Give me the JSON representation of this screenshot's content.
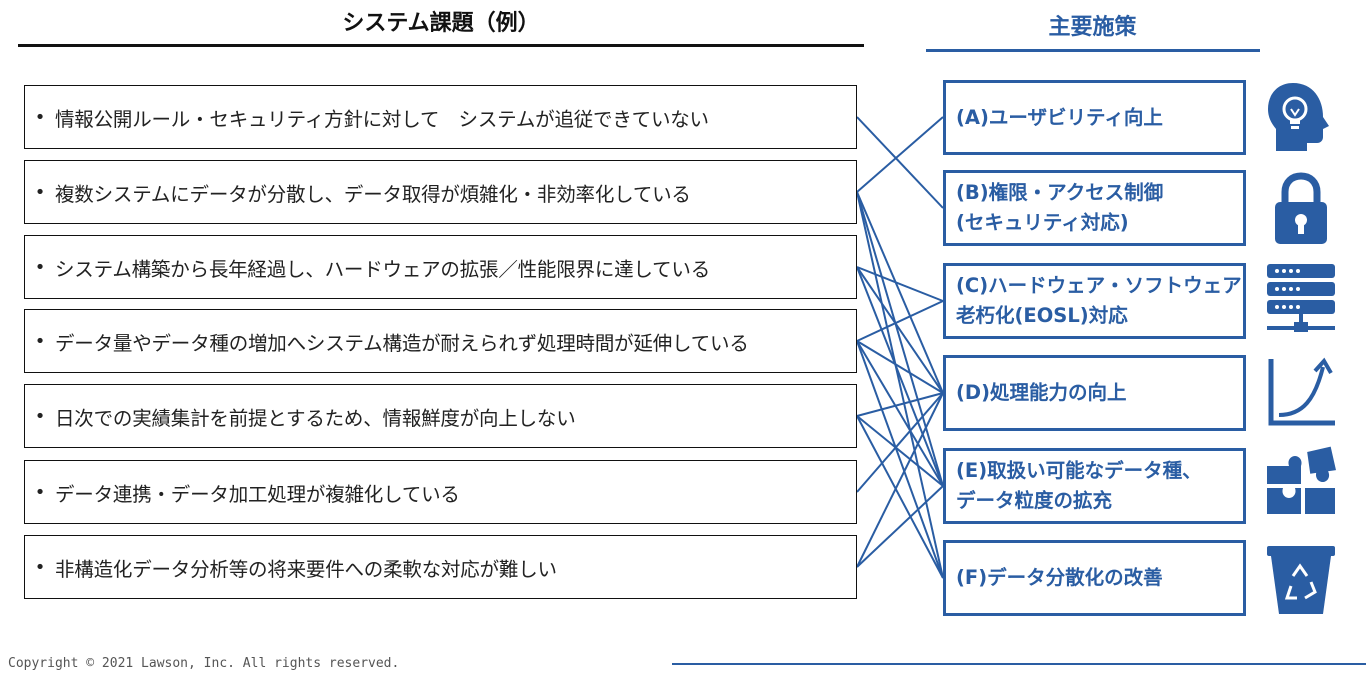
{
  "header": {
    "left_title": "システム課題（例）",
    "right_title": "主要施策"
  },
  "issues": [
    {
      "bullet": "•",
      "text": "情報公開ルール・セキュリティ方針に対して　システムが追従できていない"
    },
    {
      "bullet": "•",
      "text": "複数システムにデータが分散し、データ取得が煩雑化・非効率化している"
    },
    {
      "bullet": "•",
      "text": "システム構築から長年経過し、ハードウェアの拡張／性能限界に達している"
    },
    {
      "bullet": "•",
      "text": "データ量やデータ種の増加へシステム構造が耐えられず処理時間が延伸している"
    },
    {
      "bullet": "•",
      "text": "日次での実績集計を前提とするため、情報鮮度が向上しない"
    },
    {
      "bullet": "•",
      "text": "データ連携・データ加工処理が複雑化している"
    },
    {
      "bullet": "•",
      "text": "非構造化データ分析等の将来要件への柔軟な対応が難しい"
    }
  ],
  "measures": [
    {
      "id": "A",
      "text": "(A)ユーザビリティ向上",
      "icon": "lightbulb-head-icon"
    },
    {
      "id": "B",
      "text": "(B)権限・アクセス制御\n(セキュリティ対応)",
      "icon": "padlock-icon"
    },
    {
      "id": "C",
      "text": "(C)ハードウェア・ソフトウェア\n老朽化(EOSL)対応",
      "icon": "server-icon"
    },
    {
      "id": "D",
      "text": "(D)処理能力の向上",
      "icon": "growth-curve-icon"
    },
    {
      "id": "E",
      "text": "(E)取扱い可能なデータ種、\nデータ粒度の拡充",
      "icon": "puzzle-icon"
    },
    {
      "id": "F",
      "text": "(F)データ分散化の改善",
      "icon": "recycle-bin-icon"
    }
  ],
  "connections": [
    [
      0,
      "B"
    ],
    [
      1,
      "A"
    ],
    [
      1,
      "D"
    ],
    [
      1,
      "E"
    ],
    [
      1,
      "F"
    ],
    [
      2,
      "C"
    ],
    [
      2,
      "D"
    ],
    [
      2,
      "E"
    ],
    [
      3,
      "C"
    ],
    [
      3,
      "D"
    ],
    [
      3,
      "E"
    ],
    [
      3,
      "F"
    ],
    [
      4,
      "D"
    ],
    [
      4,
      "E"
    ],
    [
      4,
      "F"
    ],
    [
      5,
      "D"
    ],
    [
      6,
      "D"
    ],
    [
      6,
      "E"
    ]
  ],
  "colors": {
    "accent": "#2A5DA3",
    "text": "#222222",
    "line": "#2A5DA3"
  },
  "footer": {
    "copyright": "Copyright © 2021 Lawson, Inc.  All rights reserved."
  }
}
